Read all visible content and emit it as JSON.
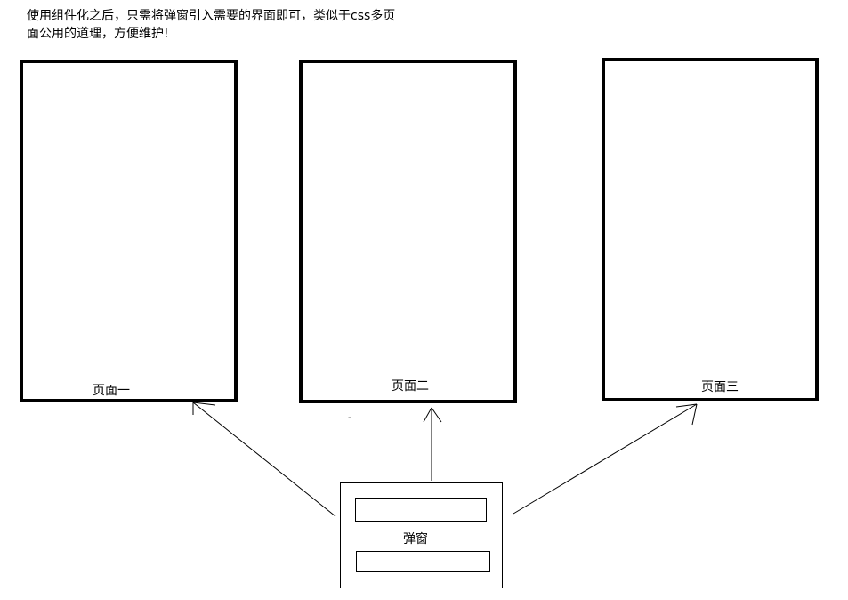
{
  "note": {
    "line1": "使用组件化之后，只需将弹窗引入需要的界面即可，类似于css多页",
    "line2": "面公用的道理，方便维护!"
  },
  "pages": [
    {
      "label": "页面一"
    },
    {
      "label": "页面二"
    },
    {
      "label": "页面三"
    }
  ],
  "popup": {
    "label": "弹窗"
  },
  "stray_mark": "-"
}
